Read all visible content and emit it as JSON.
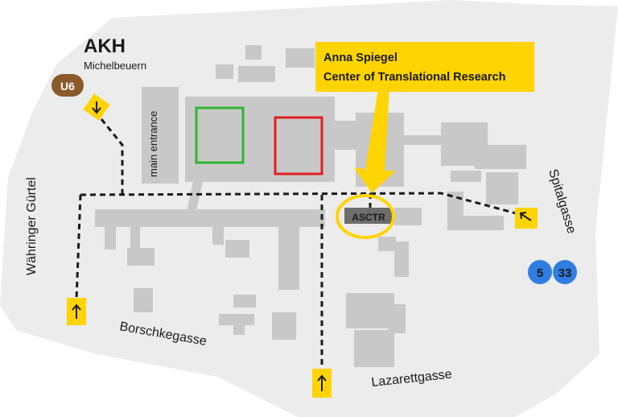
{
  "site": {
    "title": "AKH",
    "subtitle": "Michelbeuern"
  },
  "subway": {
    "label": "U6",
    "color": "#8b5a2b"
  },
  "callout": {
    "line1": "Anna Spiegel",
    "line2": "Center of Translational Research",
    "color": "#ffd400"
  },
  "target": {
    "label": "ASCTR",
    "ring_color": "#ffd400"
  },
  "buildings": {
    "entrance_label": "main entrance"
  },
  "streets": {
    "west": "Währinger Gürtel",
    "south_west": "Borschkegasse",
    "south": "Lazarettgasse",
    "east": "Spitalgasse"
  },
  "tram_stops": [
    {
      "label": "5",
      "color": "#2f7de1"
    },
    {
      "label": "33",
      "color": "#2f7de1"
    }
  ],
  "colors": {
    "background": "#ffffff",
    "area": "#ececec",
    "building": "#c8c8c8",
    "highlight_green": "#2fb52f",
    "highlight_red": "#e02020"
  }
}
